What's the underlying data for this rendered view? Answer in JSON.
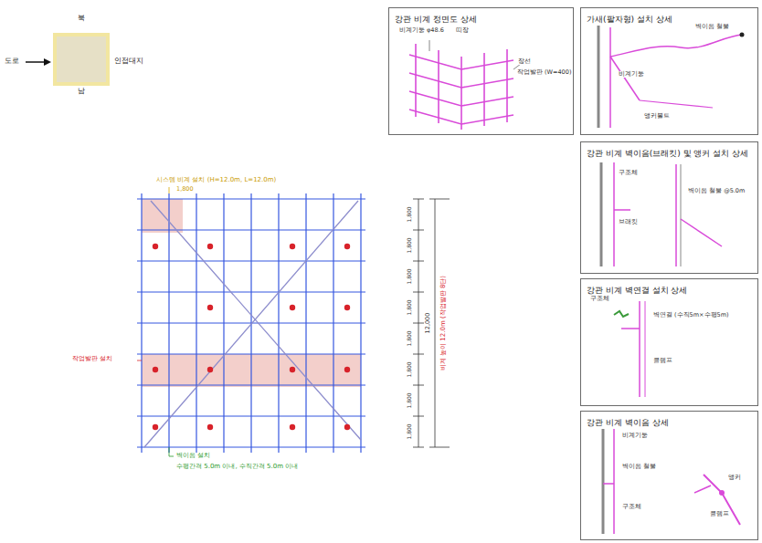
{
  "diagram": {
    "nodes": [
      {
        "text": [
          "강관 비계 정면도 상세"
        ]
      },
      {
        "text": [
          "가새(팔자형) 설치 상세"
        ]
      },
      {
        "text": [
          "강관 비계 벽이음(브래킷) 및 앵커 설치 상세"
        ]
      },
      {
        "text": [
          "강관 비계 벽연결 설치 상세"
        ]
      },
      {
        "text": [
          "강관 비계 벽이음 상세"
        ]
      }
    ],
    "labels": [
      "북",
      "도로",
      "인접대지",
      "남",
      "시스템 비계 설치 (H=12.0m, L=12.0m)",
      "1,800",
      "작업발판 설치",
      "벽이음 설치",
      "수평간격 5.0m 이내, 수직간격 5.0m 이내",
      "1,800",
      "1,800",
      "1,800",
      "1,800",
      "1,800",
      "1,800",
      "1,800",
      "1,800",
      "12,000",
      "비계 높이 12.0m (작업발판 8단)",
      "비계기둥 φ48.6",
      "띠장",
      "장선",
      "작업발판 (W=400)",
      "벽이음 철물",
      "비계기둥",
      "앵커볼트",
      "구조체",
      "브래킷",
      "벽이음 철물 @5.0m",
      "구조체",
      "벽연결 (수직5m×수평5m)",
      "클램프",
      "비계기둥",
      "벽이음 철물",
      "구조체",
      "앵커",
      "클램프"
    ]
  }
}
